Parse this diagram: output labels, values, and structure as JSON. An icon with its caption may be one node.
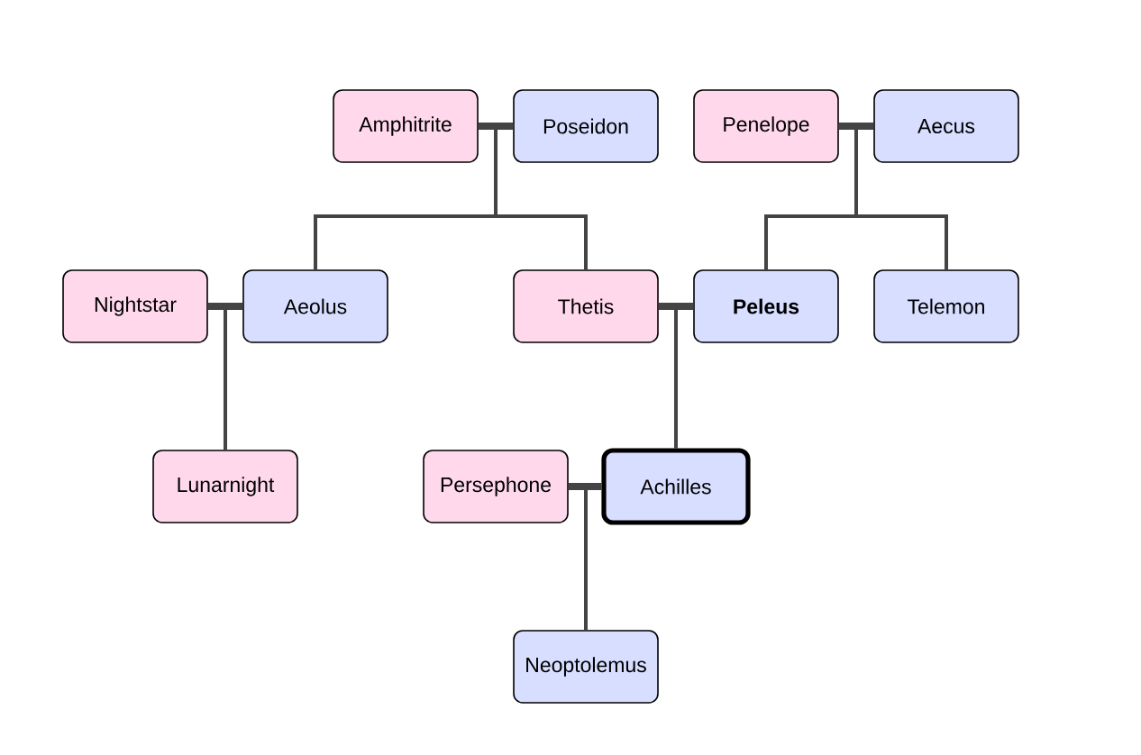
{
  "diagram": {
    "nodes": [
      {
        "text": [
          "Amphitrite"
        ]
      },
      {
        "text": [
          "Poseidon"
        ]
      },
      {
        "text": [
          "Penelope"
        ]
      },
      {
        "text": [
          "Aecus"
        ]
      },
      {
        "text": [
          "Nightstar"
        ]
      },
      {
        "text": [
          "Aeolus"
        ]
      },
      {
        "text": [
          "Thetis"
        ]
      },
      {
        "text": [
          "Peleus"
        ]
      },
      {
        "text": [
          "Telemon"
        ]
      },
      {
        "text": [
          "Lunarnight"
        ]
      },
      {
        "text": [
          "Persephone"
        ]
      },
      {
        "text": [
          "Achilles"
        ]
      },
      {
        "text": [
          "Neoptolemus"
        ]
      }
    ],
    "edges": [
      {
        "from": 0,
        "to": 1,
        "arrow": "none",
        "style": "thick"
      },
      {
        "from": 2,
        "to": 3,
        "arrow": "none",
        "style": "thick"
      },
      {
        "from": 4,
        "to": 5,
        "arrow": "none",
        "style": "thick"
      },
      {
        "from": 6,
        "to": 7,
        "arrow": "none",
        "style": "thick"
      },
      {
        "from": 10,
        "to": 11,
        "arrow": "none",
        "style": "thick"
      },
      {
        "from": 0,
        "to": 5,
        "arrow": "none"
      },
      {
        "from": 1,
        "to": 5,
        "arrow": "none"
      },
      {
        "from": 0,
        "to": 6,
        "arrow": "none"
      },
      {
        "from": 1,
        "to": 6,
        "arrow": "none"
      },
      {
        "from": 2,
        "to": 7,
        "arrow": "none"
      },
      {
        "from": 3,
        "to": 7,
        "arrow": "none"
      },
      {
        "from": 2,
        "to": 8,
        "arrow": "none"
      },
      {
        "from": 3,
        "to": 8,
        "arrow": "none"
      },
      {
        "from": 4,
        "to": 9,
        "arrow": "none"
      },
      {
        "from": 5,
        "to": 9,
        "arrow": "none"
      },
      {
        "from": 6,
        "to": 11,
        "arrow": "none"
      },
      {
        "from": 7,
        "to": 11,
        "arrow": "none"
      },
      {
        "from": 10,
        "to": 12,
        "arrow": "none"
      },
      {
        "from": 11,
        "to": 12,
        "arrow": "none"
      }
    ]
  }
}
